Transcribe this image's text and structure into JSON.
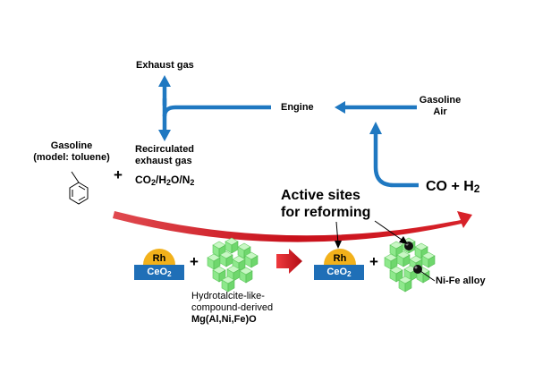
{
  "labels": {
    "exhaust_gas": "Exhaust gas",
    "engine": "Engine",
    "gasoline_air_line1": "Gasoline",
    "gasoline_air_line2": "Air",
    "gasoline_line1": "Gasoline",
    "gasoline_line2": "(model: toluene)",
    "recirc_line1": "Recirculated",
    "recirc_line2": "exhaust gas",
    "recirc_formula": {
      "a": "CO",
      "s1": "2",
      "b": "/H",
      "s2": "2",
      "c": "O/N",
      "s3": "2"
    },
    "products": {
      "a": "CO +  H",
      "s": "2"
    },
    "active_sites_line1": "Active sites",
    "active_sites_line2": "for reforming",
    "rh": "Rh",
    "ceo2": {
      "a": "CeO",
      "s": "2"
    },
    "plus": "+",
    "htc_line1": "Hydrotalcite-like-",
    "htc_line2": "compound-derived",
    "htc_formula": "Mg(Al,Ni,Fe)O",
    "nife": "Ni-Fe alloy"
  },
  "colors": {
    "blue_arrow": "#1f78c1",
    "red_arrow": "#c8101a",
    "rh_yellow": "#f2b11b",
    "ceo2_blue": "#1f6fb7",
    "support_green": "#8ee88c",
    "support_green_dark": "#5bc75a"
  },
  "icons": {
    "toluene": "toluene-structure-icon",
    "support": "mixed-oxide-cube-cluster-icon",
    "metal": "ni-fe-particle-icon"
  }
}
